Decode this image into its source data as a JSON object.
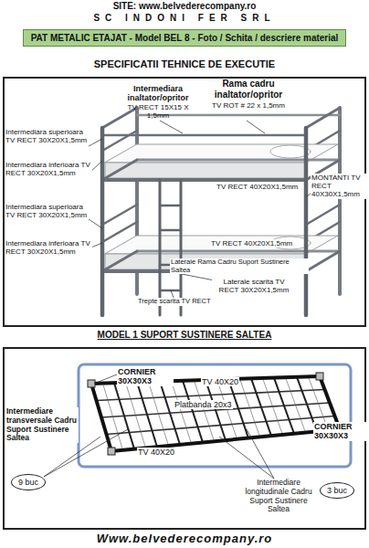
{
  "diagram": {
    "nodes": [
      {
        "text": [
          "PAT METALIC ETAJAT - Model BEL 8 - Foto / Schita / descriere material"
        ]
      },
      {
        "text": [
          "SPECIFICATII TEHNICE DE EXECUTIE"
        ]
      },
      {
        "text": [
          "MODEL 1 SUPORT SUSTINERE SALTEA"
        ]
      },
      {
        "text": [
          "9 buc"
        ],
        "in": 2
      },
      {
        "text": [
          "3 buc"
        ],
        "in": 2
      }
    ],
    "labels": [
      "SITE: www.belvederecompany.ro",
      "SC INDONI FER SRL",
      "Intermediara inaltator/opritor",
      "TV RECT 15X15 X 1,5mm",
      "Rama cadru inaltator/opritor",
      "TV ROT # 22 x 1,5mm",
      "Intermediara superioara TV RECT 30X20X1,5mm",
      "Intermediara inferioara TV RECT 30X20X1,5mm",
      "TV RECT 40X20X1,5mm",
      "MONTANTI TV RECT 40X30X1,5mm",
      "Intermediara superioara TV RECT 30X20X1,5mm",
      "Intermediara inferioara TV RECT 30X20X1,5mm",
      "TV RECT 40X20X1,5mm",
      "Laterale Rama Cadru Suport Sustinere Saltea",
      "Laterale scarita TV RECT 30X20X1,5mm",
      "Trepte scarita TV RECT",
      "CORNIER 30X30X3",
      "TV 40X20",
      "Platbanda 20x3",
      "Intermediare transversale Cadru Suport Sustinere Saltea",
      "TV 40X20",
      "CORNIER 30X30X3",
      "Intermediare longitudinale Cadru Suport Sustinere Saltea",
      "Www.belvederecompany.ro"
    ]
  }
}
